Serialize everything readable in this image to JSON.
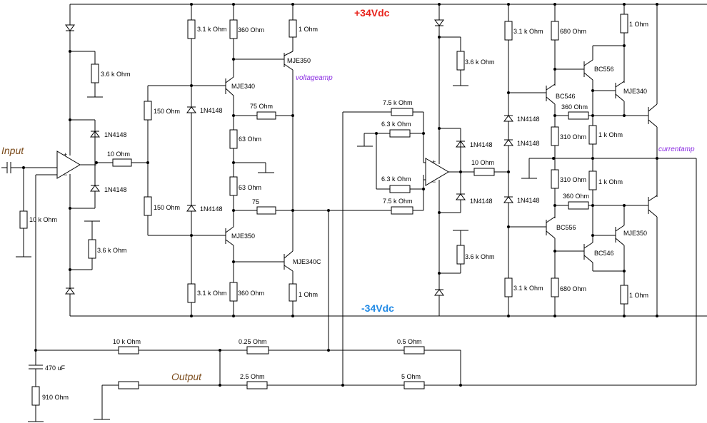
{
  "rails": {
    "positive": "+34Vdc",
    "negative": "-34Vdc"
  },
  "io": {
    "input": "Input",
    "output": "Output"
  },
  "stages": {
    "voltage": "voltageamp",
    "current": "currentamp"
  },
  "colors": {
    "positive_rail": "#e8231c",
    "negative_rail": "#1e88e5",
    "io": "#7a4a1a",
    "stage": "#8a2be2"
  },
  "labels": {
    "r_in_10k": "10 k Ohm",
    "r_36k_top": "3.6 k Ohm",
    "r_36k_bot": "3.6 k Ohm",
    "d_top": "1N4148",
    "d_bot": "1N4148",
    "r_10_in": "10  Ohm",
    "r_150_top": "150  Ohm",
    "r_150_bot": "150  Ohm",
    "d_mid_top": "1N4148",
    "d_mid_bot": "1N4148",
    "r_31k_top": "3.1 k Ohm",
    "r_31k_bot": "3.1 k Ohm",
    "r_360_top": "360  Ohm",
    "r_360_bot": "360  Ohm",
    "r_1_top": "1  Ohm",
    "r_1_bot": "1  Ohm",
    "q_mje350_top": "MJE350",
    "q_mje340_top": "MJE340",
    "q_mje350_bot": "MJE350",
    "q_mje340c_bot": "MJE340C",
    "r_75_top": "75  Ohm",
    "r_75_bot": "75",
    "r_63_top": "63  Ohm",
    "r_63_bot": "63  Ohm",
    "r_75k_top": "7.5 k Ohm",
    "r_63k_top": "6.3 k Ohm",
    "r_63k_bot": "6.3 k Ohm",
    "r_75k_bot": "7.5 k Ohm",
    "r_36k_2top": "3.6 k Ohm",
    "r_36k_2bot": "3.6 k Ohm",
    "d2_top": "1N4148",
    "d2_bot": "1N4148",
    "r_10_2": "10  Ohm",
    "r_31k_2top": "3.1 k Ohm",
    "r_31k_2bot": "3.1 k Ohm",
    "d3_1": "1N4148",
    "d3_2": "1N4148",
    "d3_3": "1N4148",
    "r_680_top": "680  Ohm",
    "r_680_bot": "680  Ohm",
    "q_bc556_top": "BC556",
    "q_bc546_top": "BC546",
    "q_mje340_2": "MJE340",
    "r_1_2top": "1  Ohm",
    "r_1_2bot": "1  Ohm",
    "r_360_2top": "360  Ohm",
    "r_360_2bot": "360  Ohm",
    "r_310_top": "310  Ohm",
    "r_310_bot": "310  Ohm",
    "r_1k_top": "1 k Ohm",
    "r_1k_bot": "1 k Ohm",
    "q_bc556_bot": "BC556",
    "q_bc546_bot": "BC546",
    "q_mje350_2": "MJE350",
    "r_fb_10k": "10 k Ohm",
    "r_025": "0.25  Ohm",
    "r_05": "0.5  Ohm",
    "c_470": "470 uF",
    "r_910": "910  Ohm",
    "r_25": "2.5  Ohm",
    "r_5": "5  Ohm"
  }
}
